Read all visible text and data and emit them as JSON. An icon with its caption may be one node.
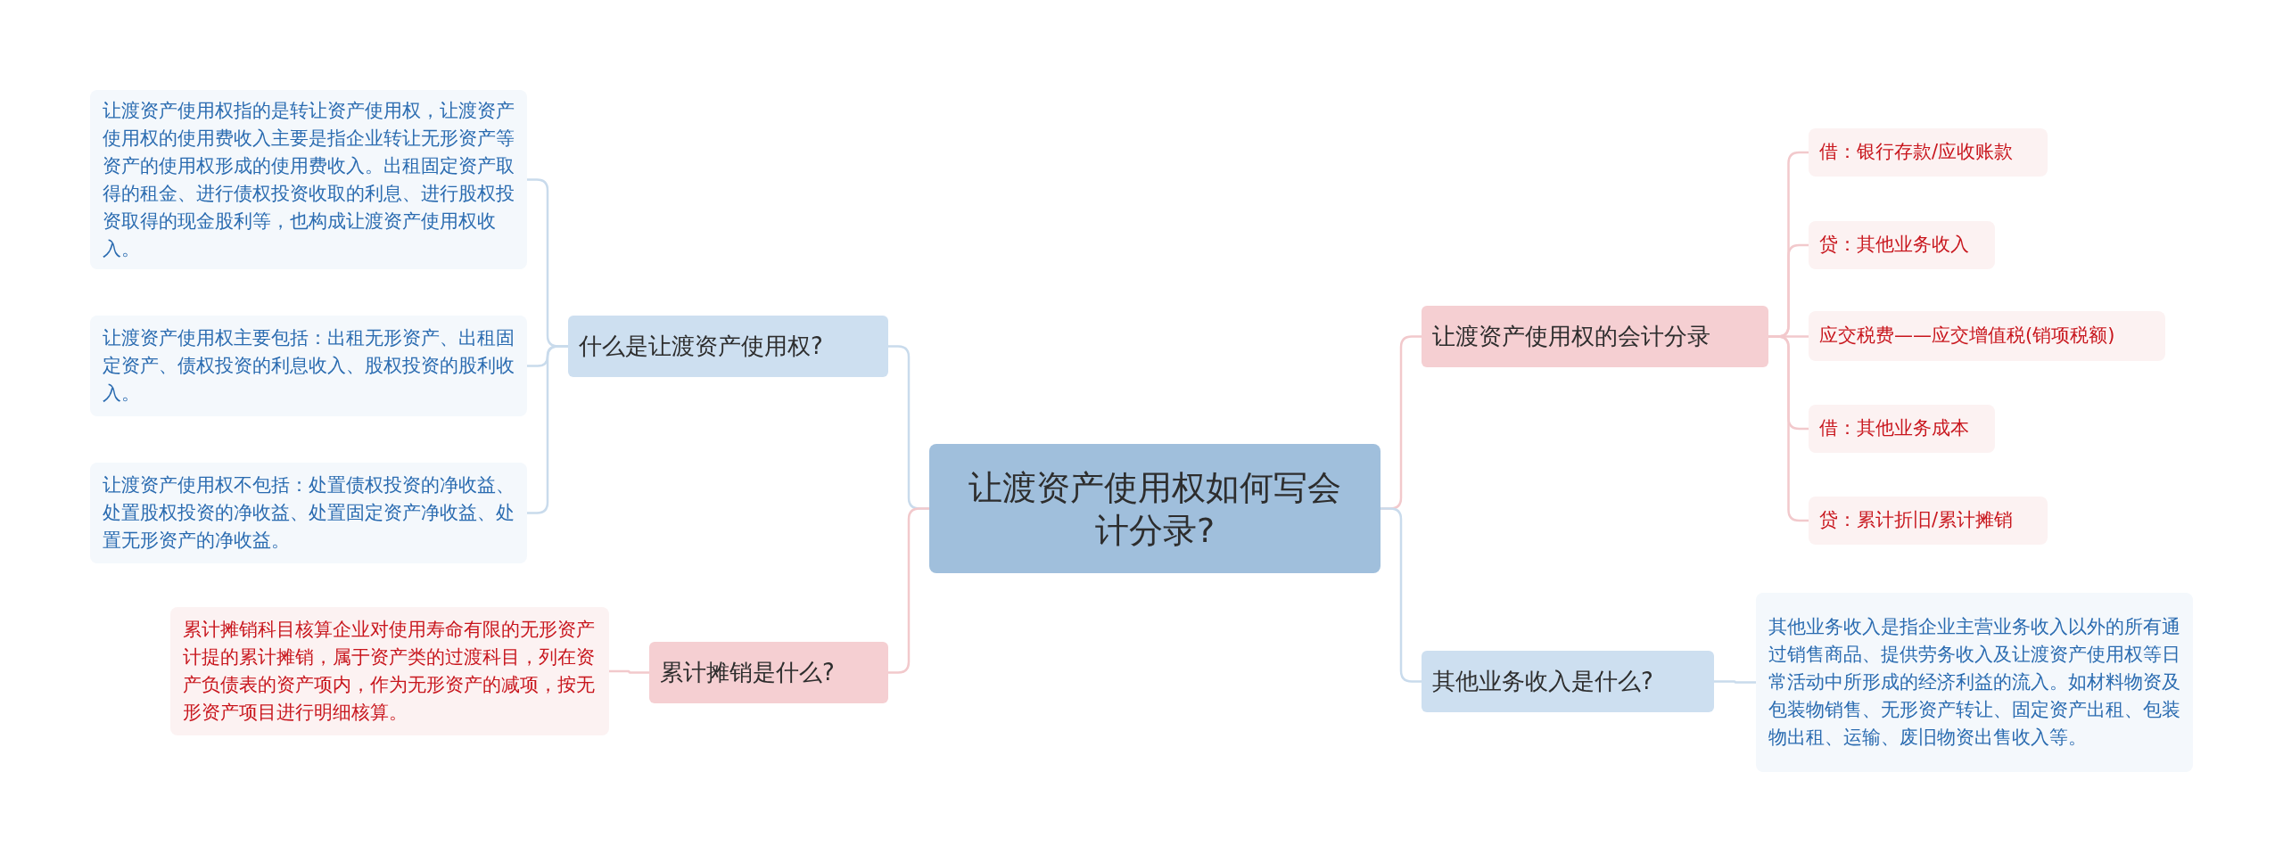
{
  "diagram": {
    "nodes": [
      {
        "text": [
          "让渡资产使用权如何写会计分录?"
        ]
      },
      {
        "text": [
          "什么是让渡资产使用权?"
        ]
      },
      {
        "text": [
          "让渡资产使用权指的是转让资产使用权，让渡资产使用权的使用费收入主要是指企业转让无形资产等资产的使用权形成的使用费收入。出租固定资产取得的租金、进行债权投资收取的利息、进行股权投资取得的现金股利等，也构成让渡资产使用权收入。"
        ]
      },
      {
        "text": [
          "让渡资产使用权主要包括：出租无形资产、出租固定资产、债权投资的利息收入、股权投资的股利收入。"
        ]
      },
      {
        "text": [
          "让渡资产使用权不包括：处置债权投资的净收益、处置股权投资的净收益、处置固定资产净收益、处置无形资产的净收益。"
        ]
      },
      {
        "text": [
          "累计摊销是什么?"
        ]
      },
      {
        "text": [
          "累计摊销科目核算企业对使用寿命有限的无形资产计提的累计摊销，属于资产类的过渡科目，列在资产负债表的资产项内，作为无形资产的减项，按无形资产项目进行明细核算。"
        ]
      },
      {
        "text": [
          "让渡资产使用权的会计分录"
        ]
      },
      {
        "text": [
          "借：银行存款/应收账款"
        ]
      },
      {
        "text": [
          "贷：其他业务收入"
        ]
      },
      {
        "text": [
          "应交税费——应交增值税(销项税额)"
        ]
      },
      {
        "text": [
          "借：其他业务成本"
        ]
      },
      {
        "text": [
          "贷：累计折旧/累计摊销"
        ]
      },
      {
        "text": [
          "其他业务收入是什么?"
        ]
      },
      {
        "text": [
          "其他业务收入是指企业主营业务收入以外的所有通过销售商品、提供劳务收入及让渡资产使用权等日常活动中所形成的经济利益的流入。如材料物资及包装物销售、无形资产转让、固定资产出租、包装物出租、运输、废旧物资出售收入等。"
        ]
      }
    ],
    "edges": [
      {
        "from": 0,
        "to": 1,
        "arrow": "none",
        "color": "#c9dbec"
      },
      {
        "from": 1,
        "to": 2,
        "arrow": "none",
        "color": "#c9dbec"
      },
      {
        "from": 1,
        "to": 3,
        "arrow": "none",
        "color": "#c9dbec"
      },
      {
        "from": 1,
        "to": 4,
        "arrow": "none",
        "color": "#c9dbec"
      },
      {
        "from": 0,
        "to": 5,
        "arrow": "none",
        "color": "#f2c9cc"
      },
      {
        "from": 5,
        "to": 6,
        "arrow": "none",
        "color": "#f2c9cc"
      },
      {
        "from": 0,
        "to": 7,
        "arrow": "none",
        "color": "#f2c9cc"
      },
      {
        "from": 7,
        "to": 8,
        "arrow": "none",
        "color": "#f2c9cc"
      },
      {
        "from": 7,
        "to": 9,
        "arrow": "none",
        "color": "#f2c9cc"
      },
      {
        "from": 7,
        "to": 10,
        "arrow": "none",
        "color": "#f2c9cc"
      },
      {
        "from": 7,
        "to": 11,
        "arrow": "none",
        "color": "#f2c9cc"
      },
      {
        "from": 7,
        "to": 12,
        "arrow": "none",
        "color": "#f2c9cc"
      },
      {
        "from": 0,
        "to": 13,
        "arrow": "none",
        "color": "#c9dbec"
      },
      {
        "from": 13,
        "to": 14,
        "arrow": "none",
        "color": "#c9dbec"
      }
    ]
  }
}
